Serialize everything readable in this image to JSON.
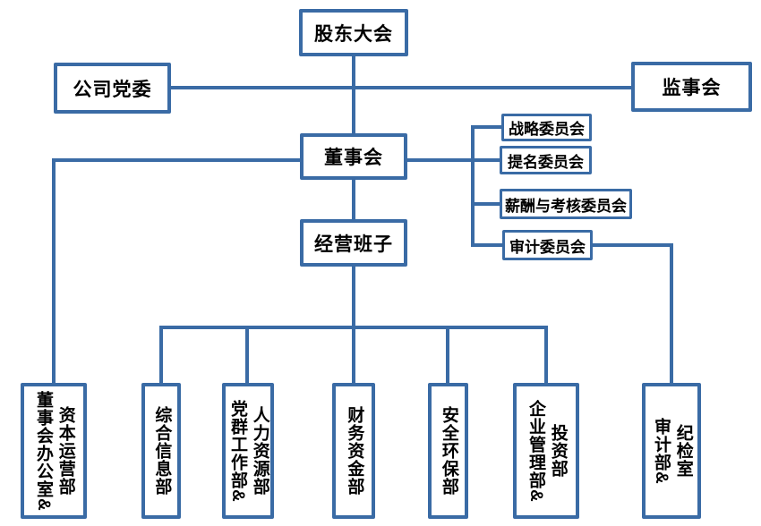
{
  "diagram": {
    "type": "org-chart",
    "colors": {
      "accent": "#3a6ba5",
      "text": "#000000",
      "box_background": "#ffffff"
    },
    "nodes": {
      "shareholders_meeting": "股东大会",
      "party_committee": "公司党委",
      "supervisory_board": "监事会",
      "board_of_directors": "董事会",
      "management_team": "经营班子",
      "strategy_committee": "战略委员会",
      "nomination_committee": "提名委员会",
      "compensation_assessment_committee": "薪酬与考核委员会",
      "audit_committee": "审计委员会",
      "dept_board_office_capital": "董事会办公室&\n资本运营部",
      "dept_general_information": "综合信息部",
      "dept_party_mass_hr": "党群工作部&\n人力资源部",
      "dept_finance_treasury": "财务资金部",
      "dept_safety_environment": "安全环保部",
      "dept_enterprise_mgmt_investment": "企业管理部&\n投资部",
      "dept_audit_discipline": "审计部&\n纪检室"
    }
  }
}
